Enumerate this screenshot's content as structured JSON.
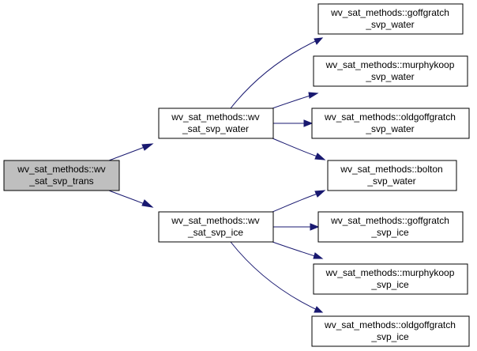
{
  "graph": {
    "colors": {
      "edge": "#191970",
      "root_fill": "#bfbfbf",
      "node_fill": "#ffffff",
      "border": "#000000"
    },
    "nodes": {
      "root": {
        "line1": "wv_sat_methods::wv",
        "line2": "_sat_svp_trans"
      },
      "svp_water": {
        "line1": "wv_sat_methods::wv",
        "line2": "_sat_svp_water"
      },
      "svp_ice": {
        "line1": "wv_sat_methods::wv",
        "line2": "_sat_svp_ice"
      },
      "goff_water": {
        "line1": "wv_sat_methods::goffgratch",
        "line2": "_svp_water"
      },
      "murphy_water": {
        "line1": "wv_sat_methods::murphykoop",
        "line2": "_svp_water"
      },
      "oldgoff_water": {
        "line1": "wv_sat_methods::oldgoffgratch",
        "line2": "_svp_water"
      },
      "bolton_water": {
        "line1": "wv_sat_methods::bolton",
        "line2": "_svp_water"
      },
      "goff_ice": {
        "line1": "wv_sat_methods::goffgratch",
        "line2": "_svp_ice"
      },
      "murphy_ice": {
        "line1": "wv_sat_methods::murphykoop",
        "line2": "_svp_ice"
      },
      "oldgoff_ice": {
        "line1": "wv_sat_methods::oldgoffgratch",
        "line2": "_svp_ice"
      }
    },
    "edges": [
      {
        "from": "root",
        "to": "svp_water"
      },
      {
        "from": "root",
        "to": "svp_ice"
      },
      {
        "from": "svp_water",
        "to": "goff_water"
      },
      {
        "from": "svp_water",
        "to": "murphy_water"
      },
      {
        "from": "svp_water",
        "to": "oldgoff_water"
      },
      {
        "from": "svp_water",
        "to": "bolton_water"
      },
      {
        "from": "svp_ice",
        "to": "bolton_water"
      },
      {
        "from": "svp_ice",
        "to": "goff_ice"
      },
      {
        "from": "svp_ice",
        "to": "murphy_ice"
      },
      {
        "from": "svp_ice",
        "to": "oldgoff_ice"
      }
    ]
  }
}
